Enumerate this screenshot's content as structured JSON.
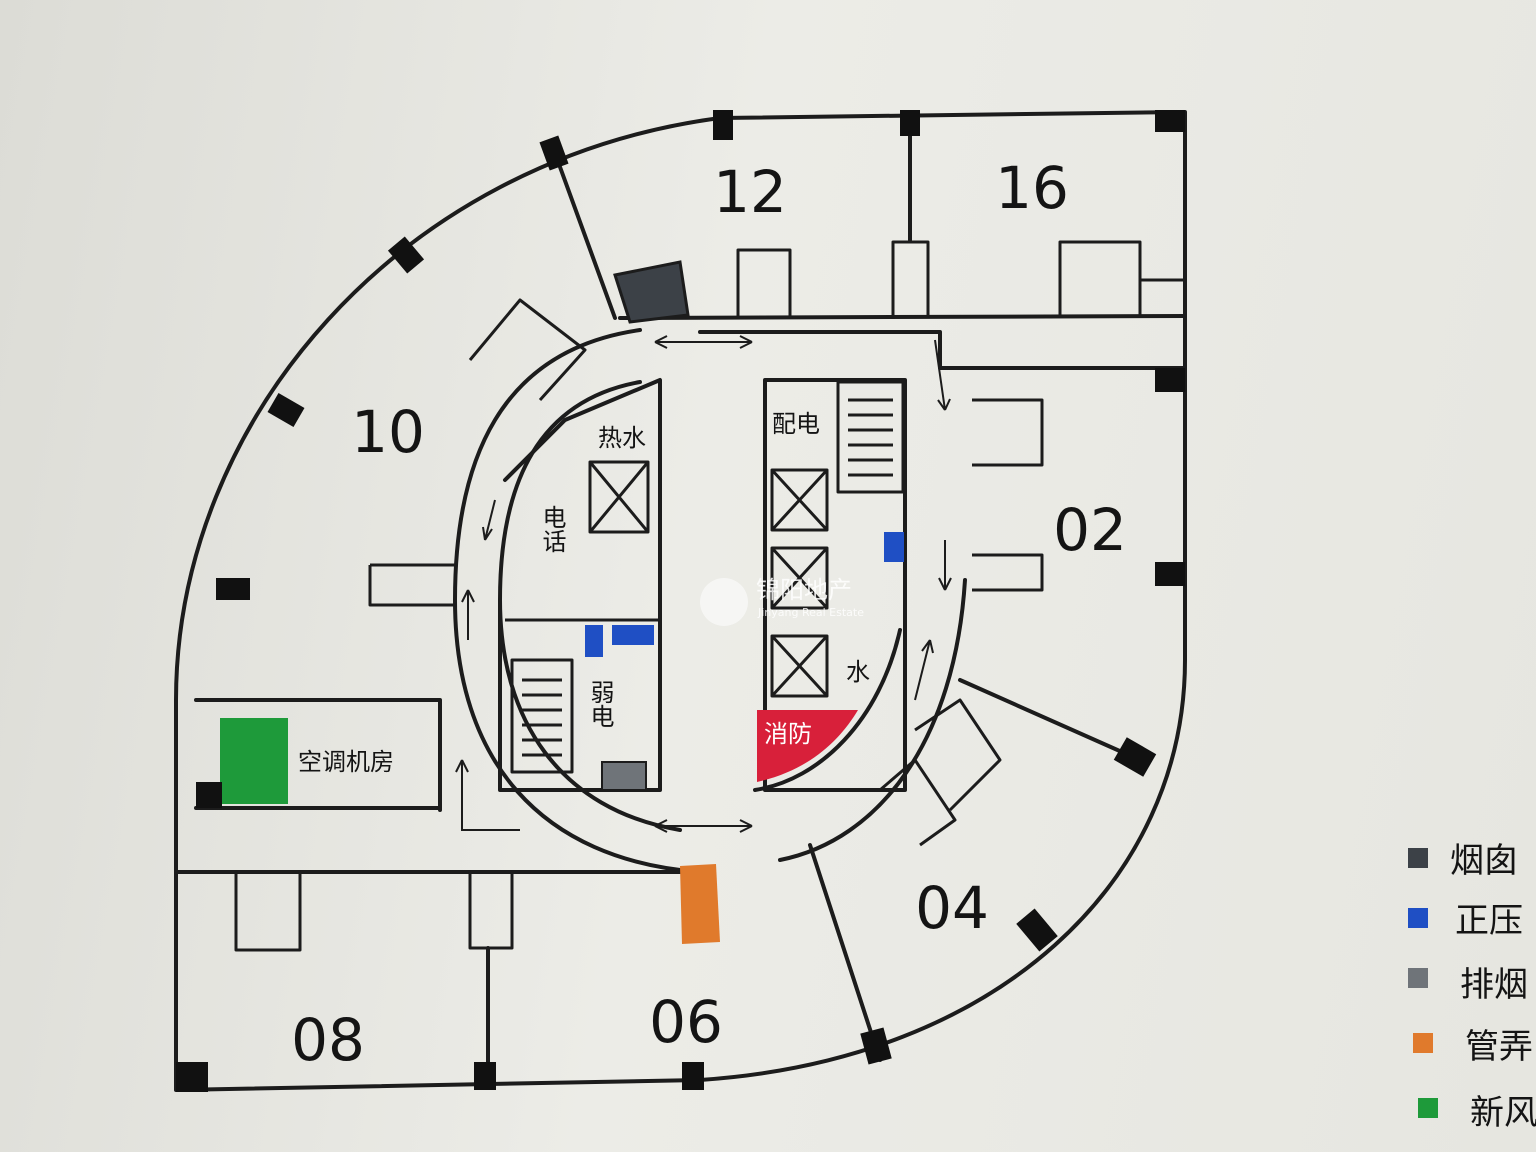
{
  "floor_plan": {
    "units": [
      "12",
      "16",
      "10",
      "02",
      "04",
      "06",
      "08"
    ],
    "core_labels": {
      "hot_water": "热水",
      "phone": "电话",
      "power_distribution": "配电",
      "weak_power": "弱电",
      "water": "水",
      "fire": "消防",
      "ac_room": "空调机房"
    },
    "colors": {
      "chimney": "#3c4147",
      "positive_pressure": "#1f4fc4",
      "smoke_exhaust": "#6f7479",
      "pipe_shaft": "#e07a2c",
      "fresh_air": "#1e9a3a",
      "fire": "#d8203a"
    }
  },
  "legend": [
    {
      "label": "烟囱",
      "color": "#3c4147"
    },
    {
      "label": "正压",
      "color": "#1f4fc4"
    },
    {
      "label": "排烟",
      "color": "#6f7479"
    },
    {
      "label": "管弄",
      "color": "#e07a2c"
    },
    {
      "label": "新风",
      "color": "#1e9a3a"
    }
  ],
  "watermark": {
    "title": "锦阳地产",
    "subtitle": "Jinyang Real Estate"
  }
}
